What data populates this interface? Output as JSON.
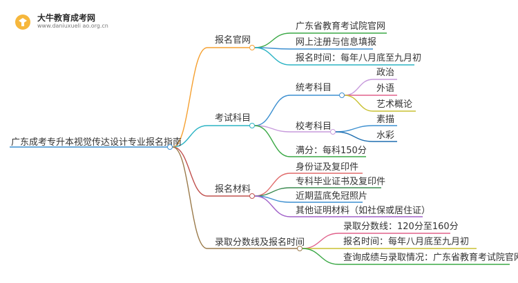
{
  "logo": {
    "title": "大牛教育成考网",
    "url": "www.daniuxueli ao.org.cn"
  },
  "mindmap": {
    "root": "广东成考专升本视觉传达设计专业报名指南",
    "branches": [
      {
        "label": "报名官网",
        "color": "#f5a030",
        "children": [
          {
            "label": "广东省教育考试院官网",
            "color": "#3aa845"
          },
          {
            "label": "网上注册与信息填报",
            "color": "#3c8fd0"
          },
          {
            "label": "报名时间：每年八月底至九月初",
            "color": "#2ab3c4"
          }
        ]
      },
      {
        "label": "考试科目",
        "color": "#2ab3c4",
        "children": [
          {
            "label": "统考科目",
            "color": "#3c8fd0",
            "children": [
              {
                "label": "政治",
                "color": "#c79adc"
              },
              {
                "label": "外语",
                "color": "#e0608a"
              },
              {
                "label": "艺术概论",
                "color": "#c8c030"
              }
            ]
          },
          {
            "label": "校考科目",
            "color": "#c79adc",
            "children": [
              {
                "label": "素描",
                "color": "#3c8fd0"
              },
              {
                "label": "水彩",
                "color": "#1f6fb0"
              }
            ]
          },
          {
            "label": "满分：每科150分",
            "color": "#3aa845"
          }
        ]
      },
      {
        "label": "报名材料",
        "color": "#c0504d",
        "children": [
          {
            "label": "身份证及复印件",
            "color": "#e06a6a"
          },
          {
            "label": "专科毕业证书及复印件",
            "color": "#3a8a4f"
          },
          {
            "label": "近期蓝底免冠照片",
            "color": "#3c8fd0"
          },
          {
            "label": "其他证明材料（如社保或居住证）",
            "color": "#a060c8"
          }
        ]
      },
      {
        "label": "录取分数线及报名时间",
        "color": "#9a7a4a",
        "children": [
          {
            "label": "录取分数线：120分至160分",
            "color": "#e0608a"
          },
          {
            "label": "报名时间：每年八月底至九月初",
            "color": "#c8c030"
          },
          {
            "label": "查询成绩与录取情况：广东省教育考试院官网",
            "color": "#3aa845"
          }
        ]
      }
    ]
  }
}
